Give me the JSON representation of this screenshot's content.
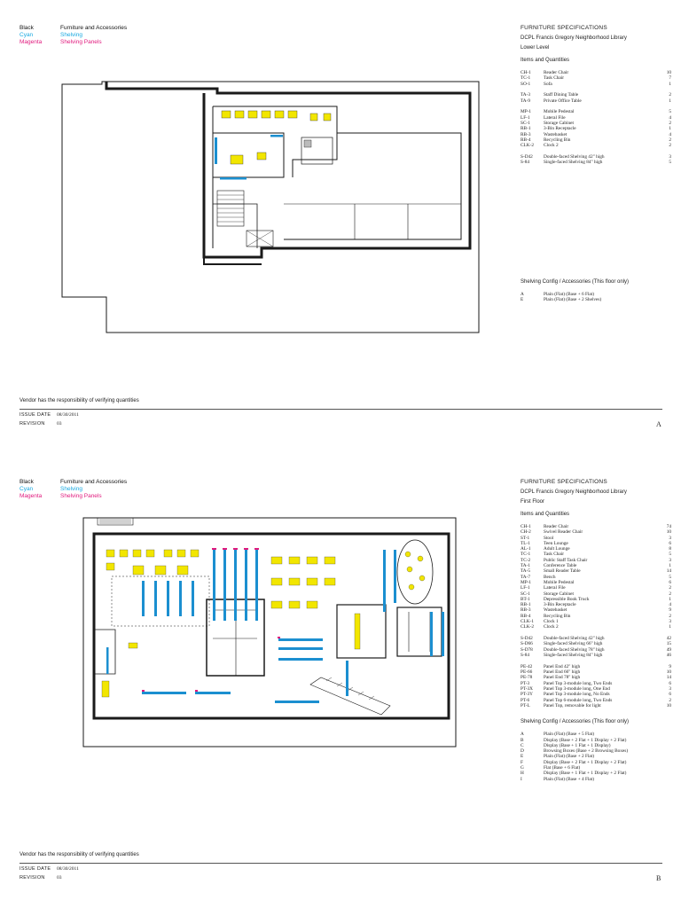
{
  "legend": [
    {
      "key": "Black",
      "label": "Furniture and Accessories",
      "color": "#111111"
    },
    {
      "key": "Cyan",
      "label": "Shelving",
      "color": "#18a8e0"
    },
    {
      "key": "Magenta",
      "label": "Shelving Panels",
      "color": "#e0197d"
    }
  ],
  "sheets": [
    {
      "id": "A",
      "spec_title": "FURNITURE SPECIFICATIONS",
      "library": "DCPL Francis Gregory Neighborhood Library",
      "floor": "Lower Level",
      "items_heading": "Items and Quantities",
      "item_groups": [
        [
          {
            "code": "CH-1",
            "desc": "Reader Chair",
            "qty": "10"
          },
          {
            "code": "TC-1",
            "desc": "Task Chair",
            "qty": "7"
          },
          {
            "code": "SO-1",
            "desc": "Sofa",
            "qty": "1"
          }
        ],
        [
          {
            "code": "TA-3",
            "desc": "Staff Dining Table",
            "qty": "2"
          },
          {
            "code": "TA-9",
            "desc": "Private Office Table",
            "qty": "1"
          }
        ],
        [
          {
            "code": "MP-1",
            "desc": "Mobile Pedestal",
            "qty": "5"
          },
          {
            "code": "LF-1",
            "desc": "Lateral File",
            "qty": "4"
          },
          {
            "code": "SC-1",
            "desc": "Storage Cabinet",
            "qty": "2"
          },
          {
            "code": "RB-1",
            "desc": "3-Bin Receptacle",
            "qty": "1"
          },
          {
            "code": "RB-3",
            "desc": "Wastebasket",
            "qty": "4"
          },
          {
            "code": "RB-4",
            "desc": "Recycling Bin",
            "qty": "2"
          },
          {
            "code": "CLK-2",
            "desc": "Clock 2",
            "qty": "2"
          }
        ],
        [
          {
            "code": "S-D42",
            "desc": "Double-faced Shelving 42\" high",
            "qty": "3"
          },
          {
            "code": "S-84",
            "desc": "Single-faced Shelving 84\" high",
            "qty": "5"
          }
        ]
      ],
      "config_heading": "Shelving Config / Accessories (This floor only)",
      "config": [
        {
          "code": "A",
          "desc": "Plain (Flat) (Base + 6 Flat)"
        },
        {
          "code": "E",
          "desc": "Plain (Flat) (Base + 2 Shelves)"
        }
      ],
      "vendor_note": "Vendor has the responsibility of verifying quantities",
      "issue_label": "ISSUE DATE",
      "issue_date": "08/30/2011",
      "revision_label": "REVISION",
      "revision": "03"
    },
    {
      "id": "B",
      "spec_title": "FURNITURE SPECIFICATIONS",
      "library": "DCPL Francis Gregory Neighborhood Library",
      "floor": "First Floor",
      "items_heading": "Items and Quantities",
      "item_groups": [
        [
          {
            "code": "CH-1",
            "desc": "Reader Chair",
            "qty": "74"
          },
          {
            "code": "CH-2",
            "desc": "Swivel Reader Chair",
            "qty": "10"
          },
          {
            "code": "ST-1",
            "desc": "Stool",
            "qty": "3"
          },
          {
            "code": "TL-1",
            "desc": "Teen Lounge",
            "qty": "6"
          },
          {
            "code": "AL-1",
            "desc": "Adult Lounge",
            "qty": "8"
          },
          {
            "code": "TC-1",
            "desc": "Task Chair",
            "qty": "5"
          },
          {
            "code": "TC-2",
            "desc": "Public Staff Task Chair",
            "qty": "3"
          },
          {
            "code": "TA-1",
            "desc": "Conference Table",
            "qty": "1"
          },
          {
            "code": "TA-5",
            "desc": "Small Reader Table",
            "qty": "14"
          },
          {
            "code": "TA-7",
            "desc": "Bench",
            "qty": "5"
          },
          {
            "code": "MP-1",
            "desc": "Mobile Pedestal",
            "qty": "6"
          },
          {
            "code": "LF-1",
            "desc": "Lateral File",
            "qty": "2"
          },
          {
            "code": "SC-1",
            "desc": "Storage Cabinet",
            "qty": "2"
          },
          {
            "code": "BT-1",
            "desc": "Depressible Book Truck",
            "qty": "1"
          },
          {
            "code": "RB-1",
            "desc": "3-Bin Receptacle",
            "qty": "4"
          },
          {
            "code": "RB-3",
            "desc": "Wastebasket",
            "qty": "9"
          },
          {
            "code": "RB-4",
            "desc": "Recycling Bin",
            "qty": "2"
          },
          {
            "code": "CLK-1",
            "desc": "Clock 1",
            "qty": "3"
          },
          {
            "code": "CLK-2",
            "desc": "Clock 2",
            "qty": "1"
          }
        ],
        [
          {
            "code": "S-D42",
            "desc": "Double-faced Shelving 42\" high",
            "qty": "42"
          },
          {
            "code": "S-D66",
            "desc": "Single-faced Shelving 66\" high",
            "qty": "15"
          },
          {
            "code": "S-D78",
            "desc": "Double-faced Shelving 78\" high",
            "qty": "49"
          },
          {
            "code": "S-84",
            "desc": "Single-faced Shelving 84\" high",
            "qty": "46"
          }
        ],
        [
          {
            "code": "PE-42",
            "desc": "Panel End 42\" high",
            "qty": "9"
          },
          {
            "code": "PE-66",
            "desc": "Panel End 66\" high",
            "qty": "10"
          },
          {
            "code": "PE-78",
            "desc": "Panel End 78\" high",
            "qty": "14"
          },
          {
            "code": "PT-3",
            "desc": "Panel Top 3-module long, Two Ends",
            "qty": "6"
          },
          {
            "code": "PT-3X",
            "desc": "Panel Top 3-module long, One End",
            "qty": "3"
          },
          {
            "code": "PT-3Y",
            "desc": "Panel Top 3-module long, No Ends",
            "qty": "6"
          },
          {
            "code": "PT-6",
            "desc": "Panel Top 6-module long, Two Ends",
            "qty": "2"
          },
          {
            "code": "PT-L",
            "desc": "Panel Top, removable for light",
            "qty": "10"
          }
        ]
      ],
      "config_heading": "Shelving Config / Accessories (This floor only)",
      "config": [
        {
          "code": "A",
          "desc": "Plain (Flat) (Base + 5 Flat)"
        },
        {
          "code": "B",
          "desc": "Display (Base + 2 Flat + 1 Display + 2 Flat)"
        },
        {
          "code": "C",
          "desc": "Display (Base + 1 Flat + 1 Display)"
        },
        {
          "code": "D",
          "desc": "Browsing Boxes (Base + 2 Browsing Boxes)"
        },
        {
          "code": "E",
          "desc": "Plain (Flat) (Base + 2 Flat)"
        },
        {
          "code": "F",
          "desc": "Display (Base + 2 Flat + 1 Display + 2 Flat)"
        },
        {
          "code": "G",
          "desc": "Flat (Base + 6 Flat)"
        },
        {
          "code": "H",
          "desc": "Display (Base + 1 Flat + 1 Display + 2 Flat)"
        },
        {
          "code": "I",
          "desc": "Plain (Flat) (Base + 4 Flat)"
        }
      ],
      "vendor_note": "Vendor has the responsibility of verifying quantities",
      "issue_label": "ISSUE DATE",
      "issue_date": "08/30/2011",
      "revision_label": "REVISION",
      "revision": "03"
    }
  ],
  "plan_colors": {
    "wall": "#1a1a1a",
    "thin": "#555555",
    "furniture": "#f2e600",
    "shelving": "#1b8fd0",
    "panel": "#e0197d"
  }
}
